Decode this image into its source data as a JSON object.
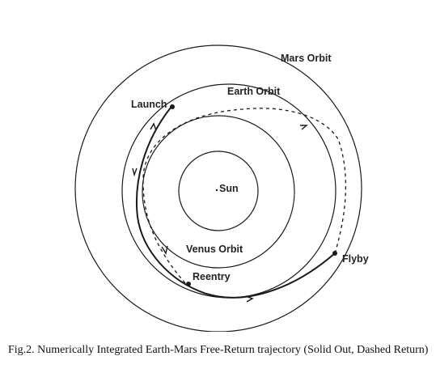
{
  "labels": {
    "mars_orbit": "Mars Orbit",
    "earth_orbit": "Earth Orbit",
    "venus_orbit": "Venus Orbit",
    "sun": "Sun",
    "launch": "Launch",
    "flyby": "Flyby",
    "reentry": "Reentry"
  },
  "caption": {
    "text": "Fig.2.   Numerically Integrated Earth-Mars Free-Return trajectory (Solid Out, Dashed Return)"
  },
  "colors": {
    "line": "#1a1a1a",
    "background": "#ffffff"
  }
}
